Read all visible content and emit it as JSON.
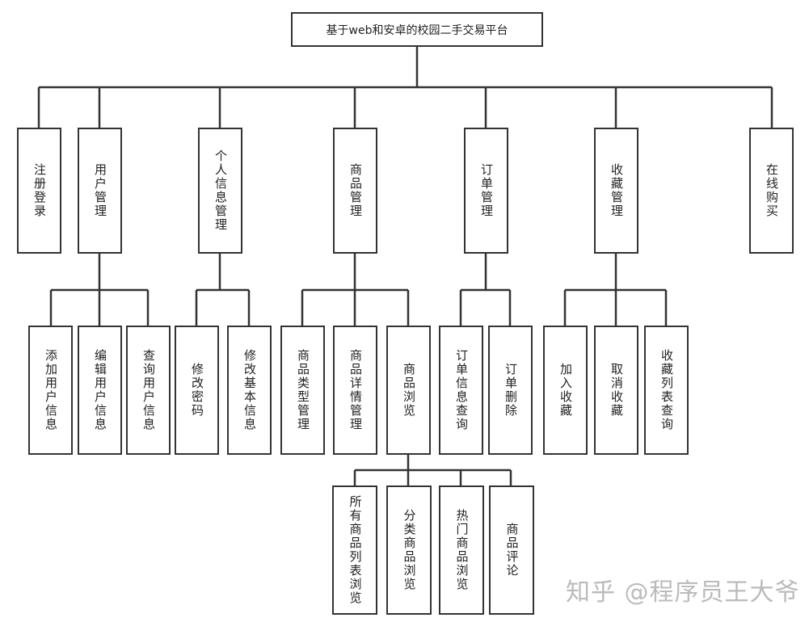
{
  "root": "基于web和安卓的校园二手交易平台",
  "modules": [
    {
      "label": "注册登录"
    },
    {
      "label": "用户管理",
      "children": [
        "添加用户信息",
        "编辑用户信息",
        "查询用户信息"
      ]
    },
    {
      "label": "个人信息管理",
      "children": [
        "修改密码",
        "修改基本信息"
      ]
    },
    {
      "label": "商品管理",
      "children": [
        "商品类型管理",
        "商品详情管理",
        "商品浏览"
      ]
    },
    {
      "label": "订单管理",
      "children": [
        "订单信息查询",
        "订单删除"
      ]
    },
    {
      "label": "收藏管理",
      "children": [
        "加入收藏",
        "取消收藏",
        "收藏列表查询"
      ]
    },
    {
      "label": "在线购买"
    }
  ],
  "browse_children": [
    "所有商品列表浏览",
    "分类商品浏览",
    "热门商品浏览",
    "商品评论"
  ],
  "watermark": "知乎 @程序员王大爷"
}
